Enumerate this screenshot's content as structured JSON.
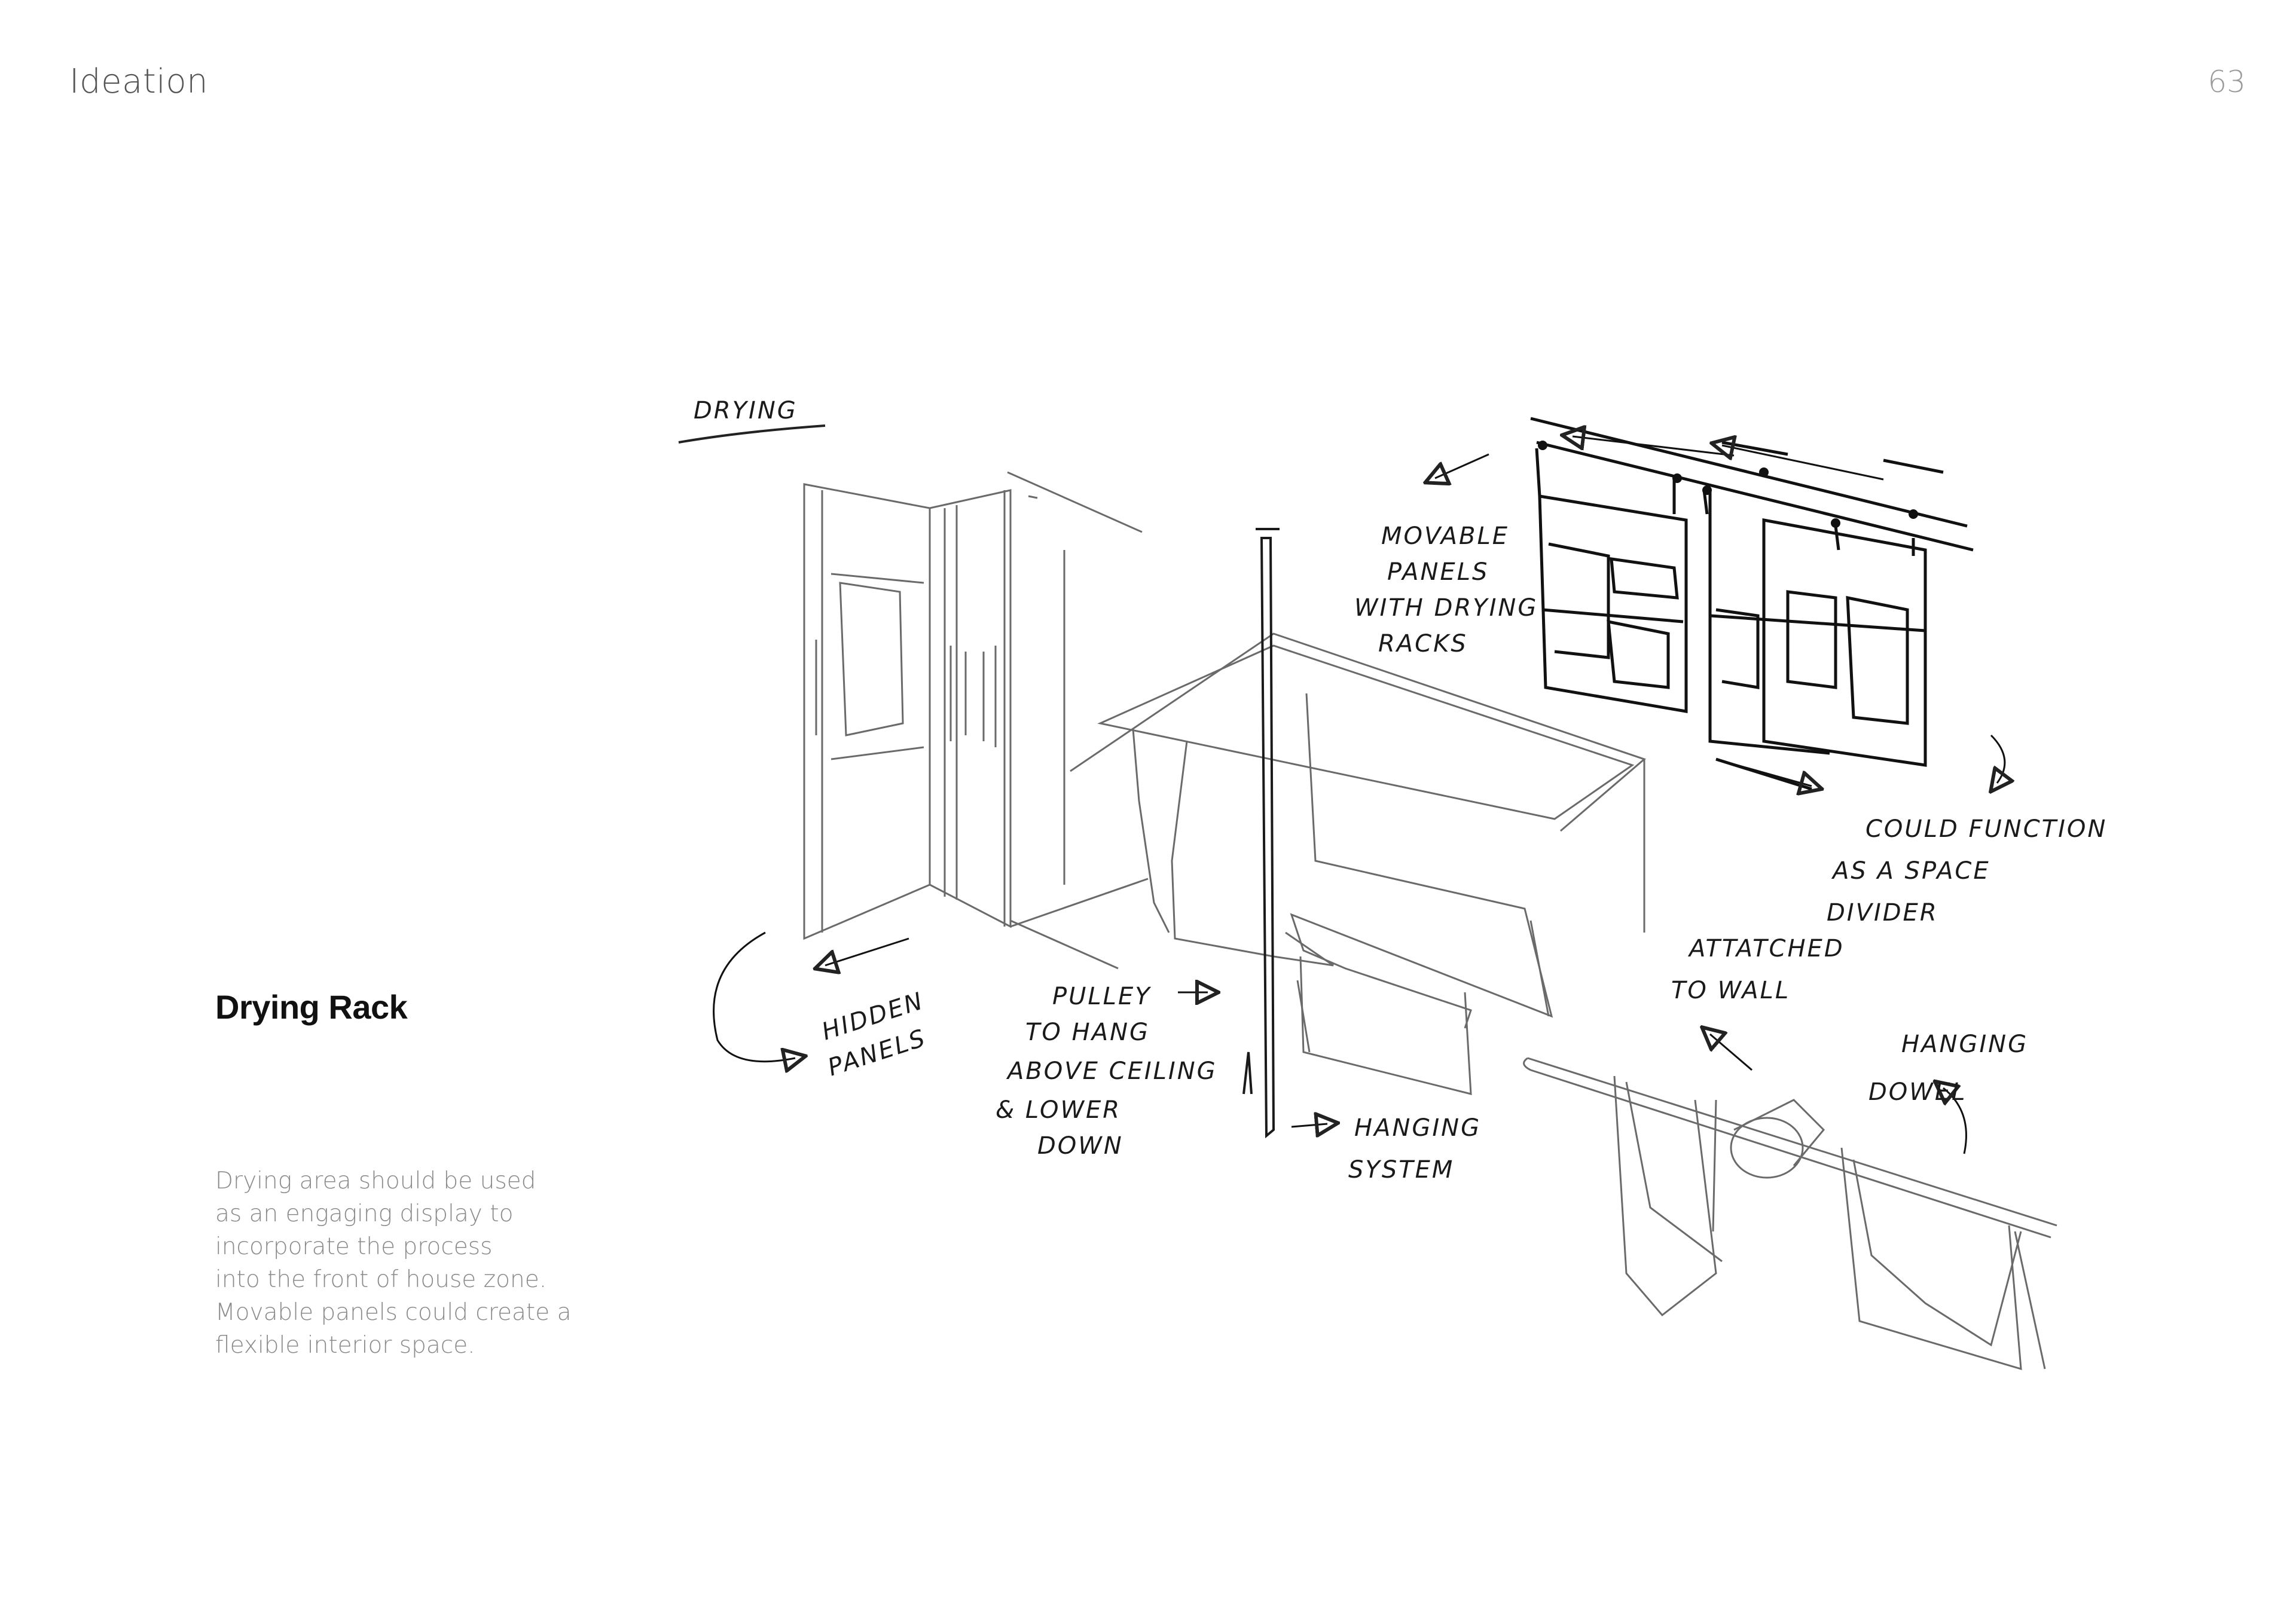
{
  "header": {
    "title": "Ideation",
    "page_number": "63"
  },
  "section": {
    "heading": "Drying Rack",
    "body_lines": [
      "Drying area should be used",
      "as an engaging display to",
      "incorporate the process",
      "into the front of house zone.",
      "Movable panels  could create a",
      "flexible interior space."
    ]
  },
  "sketch": {
    "annotations": {
      "title": "DRYING",
      "movable_panels": [
        "MOVABLE",
        "PANELS",
        "WITH DRYING",
        "RACKS"
      ],
      "space_divider": [
        "COULD FUNCTION",
        "AS A SPACE",
        "DIVIDER"
      ],
      "attached": [
        "ATTATCHED",
        "TO WALL"
      ],
      "hanging_dowel": [
        "HANGING",
        "DOWEL"
      ],
      "hidden_panels": [
        "HIDDEN",
        "PANELS"
      ],
      "pulley": [
        "PULLEY",
        "TO HANG",
        "ABOVE CEILING",
        "& LOWER",
        "DOWN"
      ],
      "hanging_system": [
        "HANGING",
        "SYSTEM"
      ]
    }
  }
}
